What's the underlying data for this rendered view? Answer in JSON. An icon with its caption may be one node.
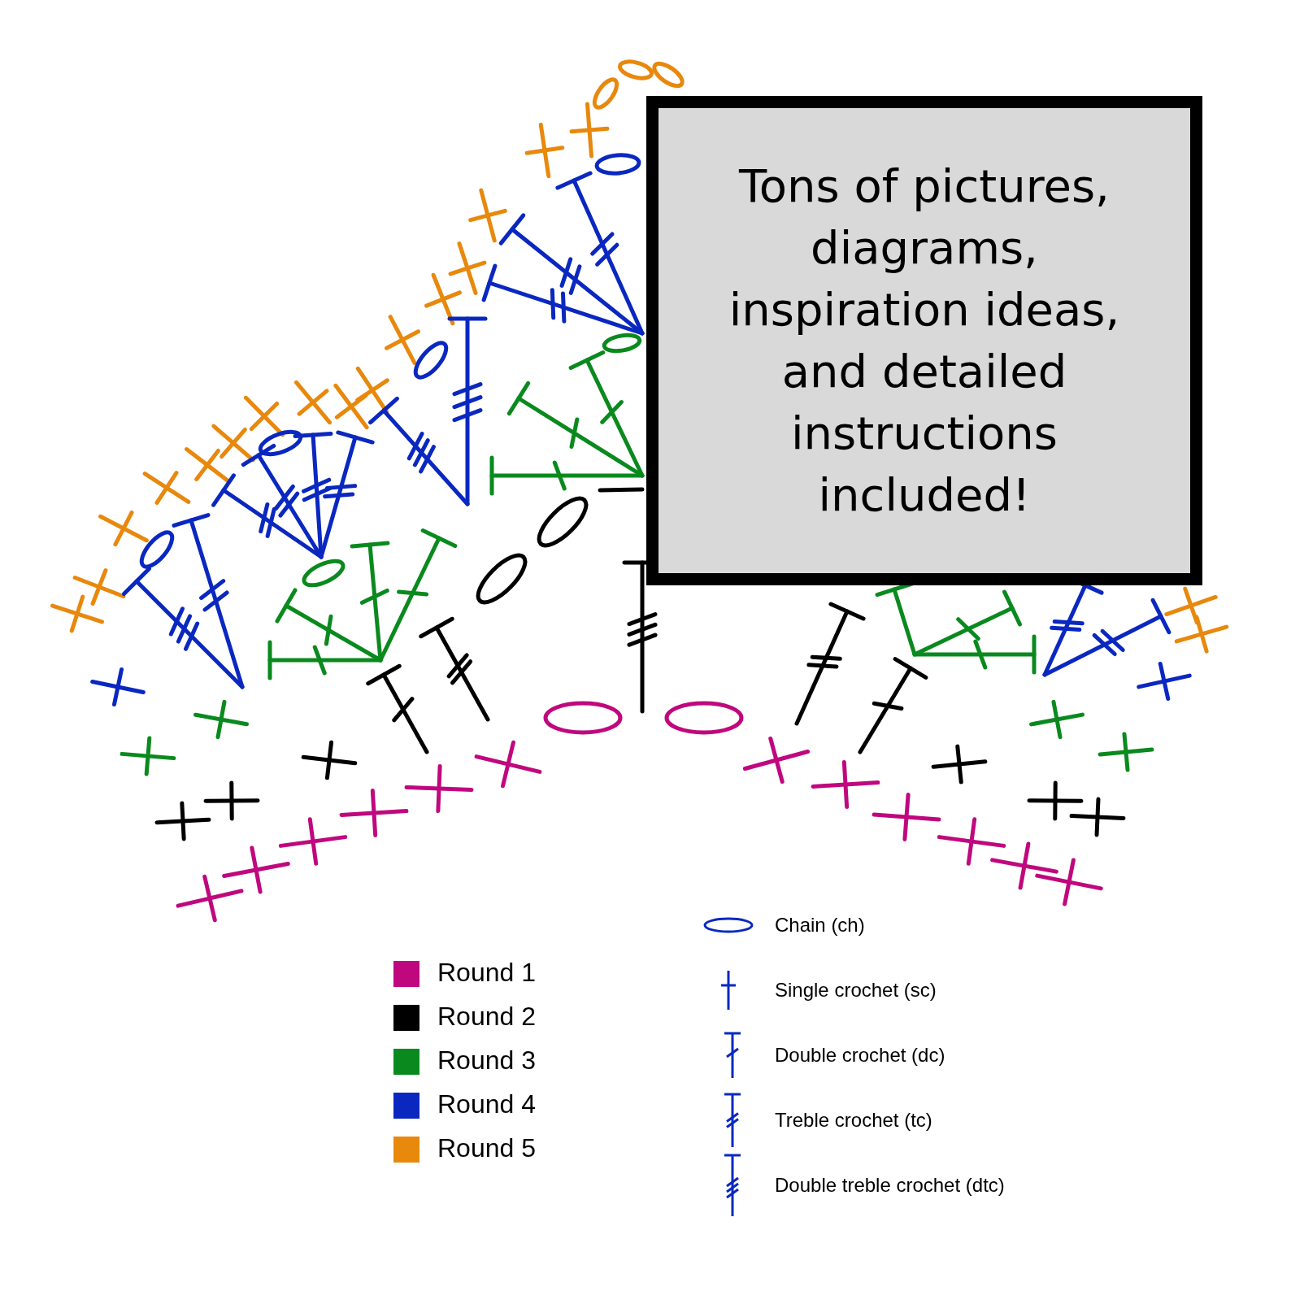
{
  "diagram": {
    "nodes": [
      {
        "text": [
          "Tons of pictures, diagrams, inspiration ideas, and detailed instructions included!"
        ]
      }
    ],
    "legend": [
      {
        "text": "Round 1",
        "color": "#c0087e"
      },
      {
        "text": "Round 2",
        "color": "#000000"
      },
      {
        "text": "Round 3",
        "color": "#0a8a1e"
      },
      {
        "text": "Round 4",
        "color": "#0a28c0"
      },
      {
        "text": "Round 5",
        "color": "#e8880c"
      },
      {
        "text": "Chain (ch)"
      },
      {
        "text": "Single crochet (sc)"
      },
      {
        "text": "Double crochet (dc)"
      },
      {
        "text": "Treble crochet (tc)"
      },
      {
        "text": "Double treble crochet (dtc)"
      }
    ]
  }
}
